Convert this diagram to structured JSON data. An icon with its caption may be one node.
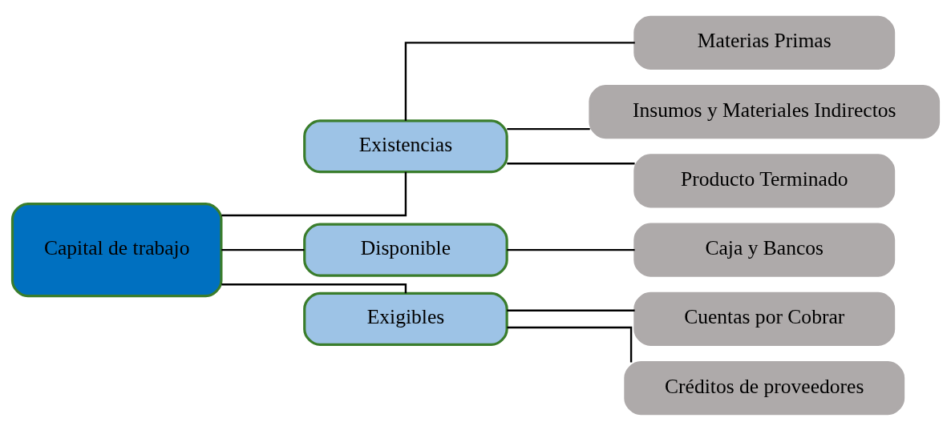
{
  "diagram": {
    "nodes": [
      {
        "text": [
          "Capital de trabajo"
        ]
      },
      {
        "text": [
          "Existencias"
        ]
      },
      {
        "text": [
          "Disponible"
        ]
      },
      {
        "text": [
          "Exigibles"
        ]
      },
      {
        "text": [
          "Materias Primas"
        ]
      },
      {
        "text": [
          "Insumos y Materiales Indirectos"
        ]
      },
      {
        "text": [
          "Producto Terminado"
        ]
      },
      {
        "text": [
          "Caja y Bancos"
        ]
      },
      {
        "text": [
          "Cuentas por Cobrar"
        ]
      },
      {
        "text": [
          "Créditos de proveedores"
        ]
      }
    ],
    "edges": [
      {
        "from": 0,
        "to": 1,
        "arrow": "none"
      },
      {
        "from": 0,
        "to": 2,
        "arrow": "none"
      },
      {
        "from": 0,
        "to": 3,
        "arrow": "none"
      },
      {
        "from": 1,
        "to": 4,
        "arrow": "none"
      },
      {
        "from": 1,
        "to": 5,
        "arrow": "none"
      },
      {
        "from": 1,
        "to": 6,
        "arrow": "none"
      },
      {
        "from": 2,
        "to": 7,
        "arrow": "none"
      },
      {
        "from": 3,
        "to": 8,
        "arrow": "none"
      },
      {
        "from": 3,
        "to": 9,
        "arrow": "none"
      }
    ]
  }
}
